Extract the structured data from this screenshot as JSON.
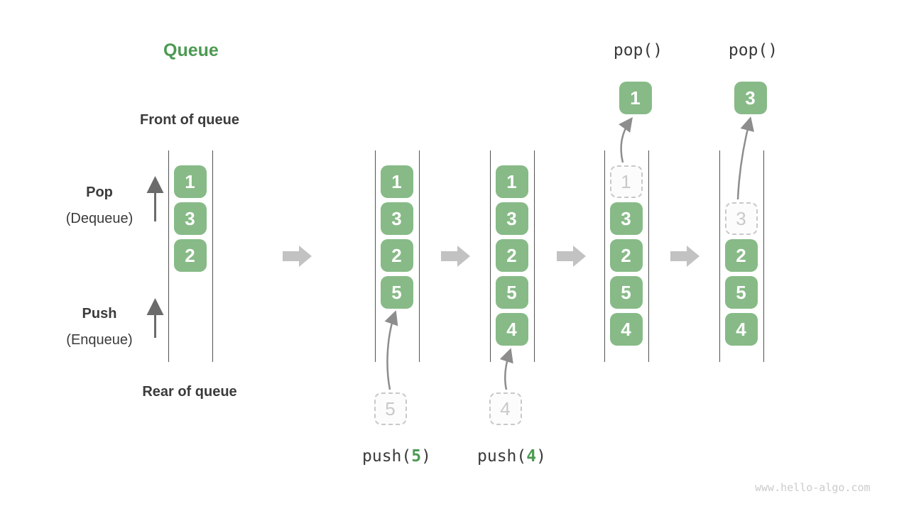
{
  "title": {
    "text": "Queue"
  },
  "side_labels": {
    "front": "Front of queue",
    "pop": "Pop",
    "pop_sub": "(Dequeue)",
    "push": "Push",
    "push_sub": "(Enqueue)",
    "rear": "Rear of queue"
  },
  "states": [
    {
      "name": "state-1",
      "cells": [
        {
          "value": "1",
          "row": 0,
          "dashed": false
        },
        {
          "value": "3",
          "row": 1,
          "dashed": false
        },
        {
          "value": "2",
          "row": 2,
          "dashed": false
        }
      ]
    },
    {
      "name": "state-2",
      "cells": [
        {
          "value": "1",
          "row": 0,
          "dashed": false
        },
        {
          "value": "3",
          "row": 1,
          "dashed": false
        },
        {
          "value": "2",
          "row": 2,
          "dashed": false
        },
        {
          "value": "5",
          "row": 3,
          "dashed": false
        }
      ],
      "incoming": {
        "value": "5",
        "label": {
          "pre": "push(",
          "arg": "5",
          "post": ")"
        }
      }
    },
    {
      "name": "state-3",
      "cells": [
        {
          "value": "1",
          "row": 0,
          "dashed": false
        },
        {
          "value": "3",
          "row": 1,
          "dashed": false
        },
        {
          "value": "2",
          "row": 2,
          "dashed": false
        },
        {
          "value": "5",
          "row": 3,
          "dashed": false
        },
        {
          "value": "4",
          "row": 4,
          "dashed": false
        }
      ],
      "incoming": {
        "value": "4",
        "label": {
          "pre": "push(",
          "arg": "4",
          "post": ")"
        }
      }
    },
    {
      "name": "state-4",
      "cells": [
        {
          "value": "1",
          "row": 0,
          "dashed": true
        },
        {
          "value": "3",
          "row": 1,
          "dashed": false
        },
        {
          "value": "2",
          "row": 2,
          "dashed": false
        },
        {
          "value": "5",
          "row": 3,
          "dashed": false
        },
        {
          "value": "4",
          "row": 4,
          "dashed": false
        }
      ],
      "outgoing": {
        "label": "pop()",
        "value": "1"
      }
    },
    {
      "name": "state-5",
      "cells": [
        {
          "value": "3",
          "row": 1,
          "dashed": true
        },
        {
          "value": "2",
          "row": 2,
          "dashed": false
        },
        {
          "value": "5",
          "row": 3,
          "dashed": false
        },
        {
          "value": "4",
          "row": 4,
          "dashed": false
        }
      ],
      "outgoing": {
        "label": "pop()",
        "value": "3"
      }
    }
  ],
  "watermark": "www.hello-algo.com",
  "colors": {
    "accent_green": "#4c9a52",
    "cell_green": "#87BA87",
    "dashed_gray": "#c9c9c9",
    "wall_gray": "#525252",
    "block_arrow_gray": "#c2c2c2",
    "flow_arrow_gray": "#8d8d8d"
  }
}
